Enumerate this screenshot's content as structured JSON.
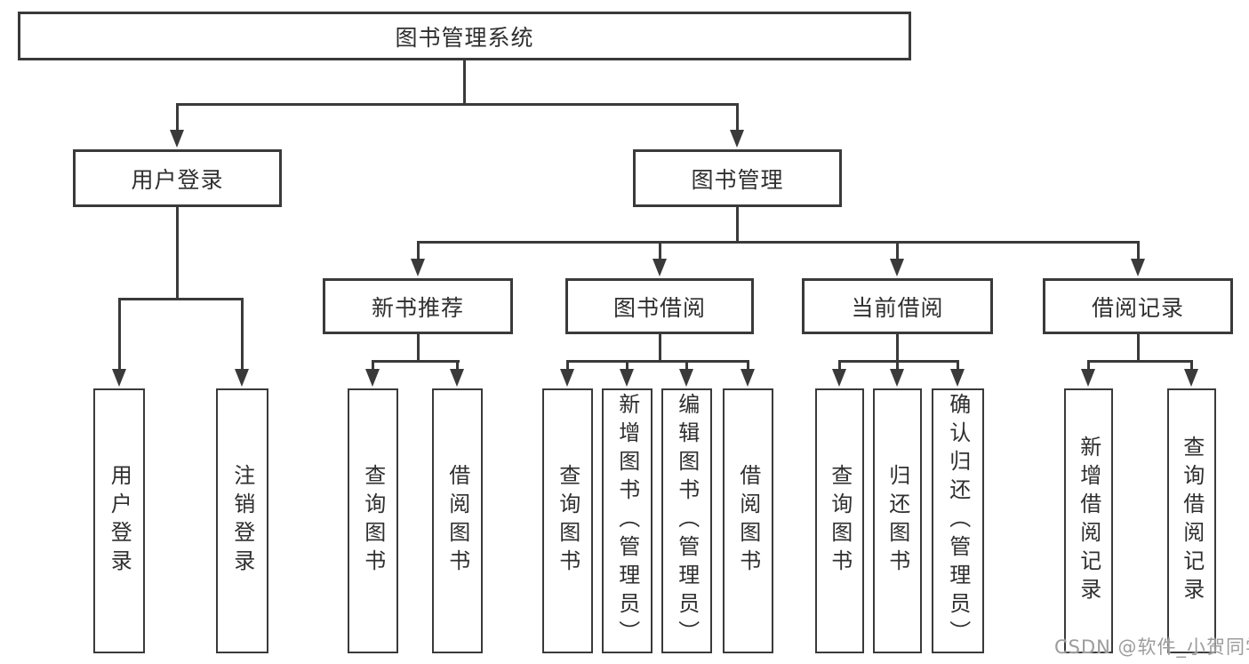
{
  "diagram": {
    "root": {
      "label": "图书管理系统"
    },
    "branches": [
      {
        "label": "用户登录",
        "children": [
          {
            "label": "用户登录"
          },
          {
            "label": "注销登录"
          }
        ]
      },
      {
        "label": "图书管理",
        "children": [
          {
            "label": "新书推荐",
            "children": [
              {
                "label": "查询图书"
              },
              {
                "label": "借阅图书"
              }
            ]
          },
          {
            "label": "图书借阅",
            "children": [
              {
                "label": "查询图书"
              },
              {
                "label": "新增图书（管理员）"
              },
              {
                "label": "编辑图书（管理员）"
              },
              {
                "label": "借阅图书"
              }
            ]
          },
          {
            "label": "当前借阅",
            "children": [
              {
                "label": "查询图书"
              },
              {
                "label": "归还图书"
              },
              {
                "label": "确认归还（管理员）"
              }
            ]
          },
          {
            "label": "借阅记录",
            "children": [
              {
                "label": "新增借阅记录"
              },
              {
                "label": "查询借阅记录"
              }
            ]
          }
        ]
      }
    ]
  },
  "watermark": {
    "text": "CSDN @软件_小贺同学",
    "color": "#9c9c9c"
  },
  "colors": {
    "line": "#3a3a3a",
    "text": "#2f2f2f",
    "background": "#ffffff"
  }
}
